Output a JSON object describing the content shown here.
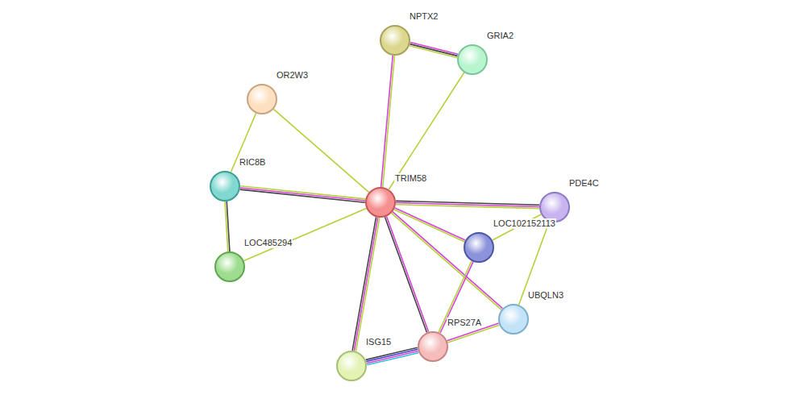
{
  "diagram": {
    "nodes": [
      {
        "text": [
          "NPTX2"
        ]
      },
      {
        "text": [
          "GRIA2"
        ]
      },
      {
        "text": [
          "OR2W3"
        ]
      },
      {
        "text": [
          "RIC8B"
        ]
      },
      {
        "text": [
          "TRIM58"
        ]
      },
      {
        "text": [
          "PDE4C"
        ]
      },
      {
        "text": [
          "LOC102152113"
        ]
      },
      {
        "text": [
          "LOC485294"
        ]
      },
      {
        "text": [
          "UBQLN3"
        ]
      },
      {
        "text": [
          "RPS27A"
        ]
      },
      {
        "text": [
          "ISG15"
        ]
      }
    ],
    "edges": [
      {
        "from": 4,
        "to": 0,
        "arrow": "none"
      },
      {
        "from": 0,
        "to": 1,
        "arrow": "none"
      },
      {
        "from": 4,
        "to": 1,
        "arrow": "none"
      },
      {
        "from": 4,
        "to": 2,
        "arrow": "none"
      },
      {
        "from": 2,
        "to": 3,
        "arrow": "none"
      },
      {
        "from": 4,
        "to": 3,
        "arrow": "none"
      },
      {
        "from": 3,
        "to": 7,
        "arrow": "none"
      },
      {
        "from": 4,
        "to": 7,
        "arrow": "none"
      },
      {
        "from": 4,
        "to": 5,
        "arrow": "none"
      },
      {
        "from": 4,
        "to": 6,
        "arrow": "none"
      },
      {
        "from": 5,
        "to": 6,
        "arrow": "none"
      },
      {
        "from": 5,
        "to": 8,
        "arrow": "none"
      },
      {
        "from": 4,
        "to": 8,
        "arrow": "none"
      },
      {
        "from": 6,
        "to": 9,
        "arrow": "none"
      },
      {
        "from": 4,
        "to": 9,
        "arrow": "none"
      },
      {
        "from": 4,
        "to": 10,
        "arrow": "none"
      },
      {
        "from": 10,
        "to": 9,
        "arrow": "none"
      },
      {
        "from": 9,
        "to": 8,
        "arrow": "none"
      }
    ]
  }
}
